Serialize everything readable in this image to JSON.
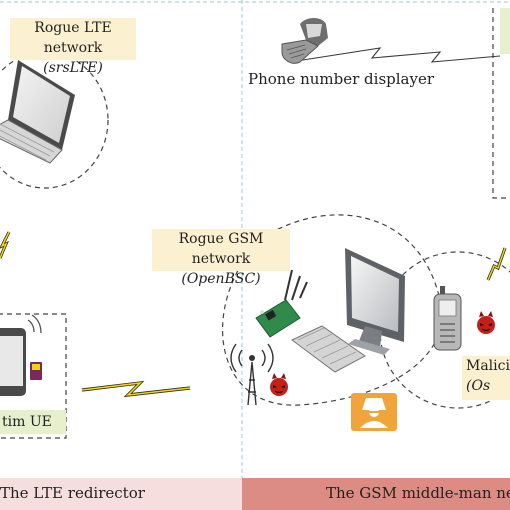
{
  "labels": {
    "rogue_lte_title": "Rogue LTE network",
    "rogue_lte_sub": "(srsLTE)",
    "phone_number_displayer": "Phone number displayer",
    "rogue_gsm_title": "Rogue GSM network",
    "rogue_gsm_sub": "(OpenBSC)",
    "victim_ue": "tim UE",
    "malicious_title": "Malici",
    "malicious_sub": "(Os"
  },
  "footer": {
    "left": "The LTE redirector",
    "right": "The GSM middle-man netw"
  },
  "colors": {
    "label_bg": "#fbf0cf",
    "victim_label_bg": "#e6f0cc",
    "footer_left_bg": "#f7dede",
    "footer_right_bg": "#dc8c82",
    "divider": "#9cc8d2",
    "lightning": "#f2d30c",
    "devil": "#c4201a",
    "hacker_badge": "#f0a43a"
  },
  "icons": [
    "laptop-icon",
    "flip-phone-icon",
    "desktop-monitor-icon",
    "keyboard-icon",
    "smartphone-icon",
    "cell-tower-icon",
    "sdr-board-icon",
    "feature-phone-icon",
    "devil-icon",
    "hacker-icon",
    "lightning-icon"
  ]
}
